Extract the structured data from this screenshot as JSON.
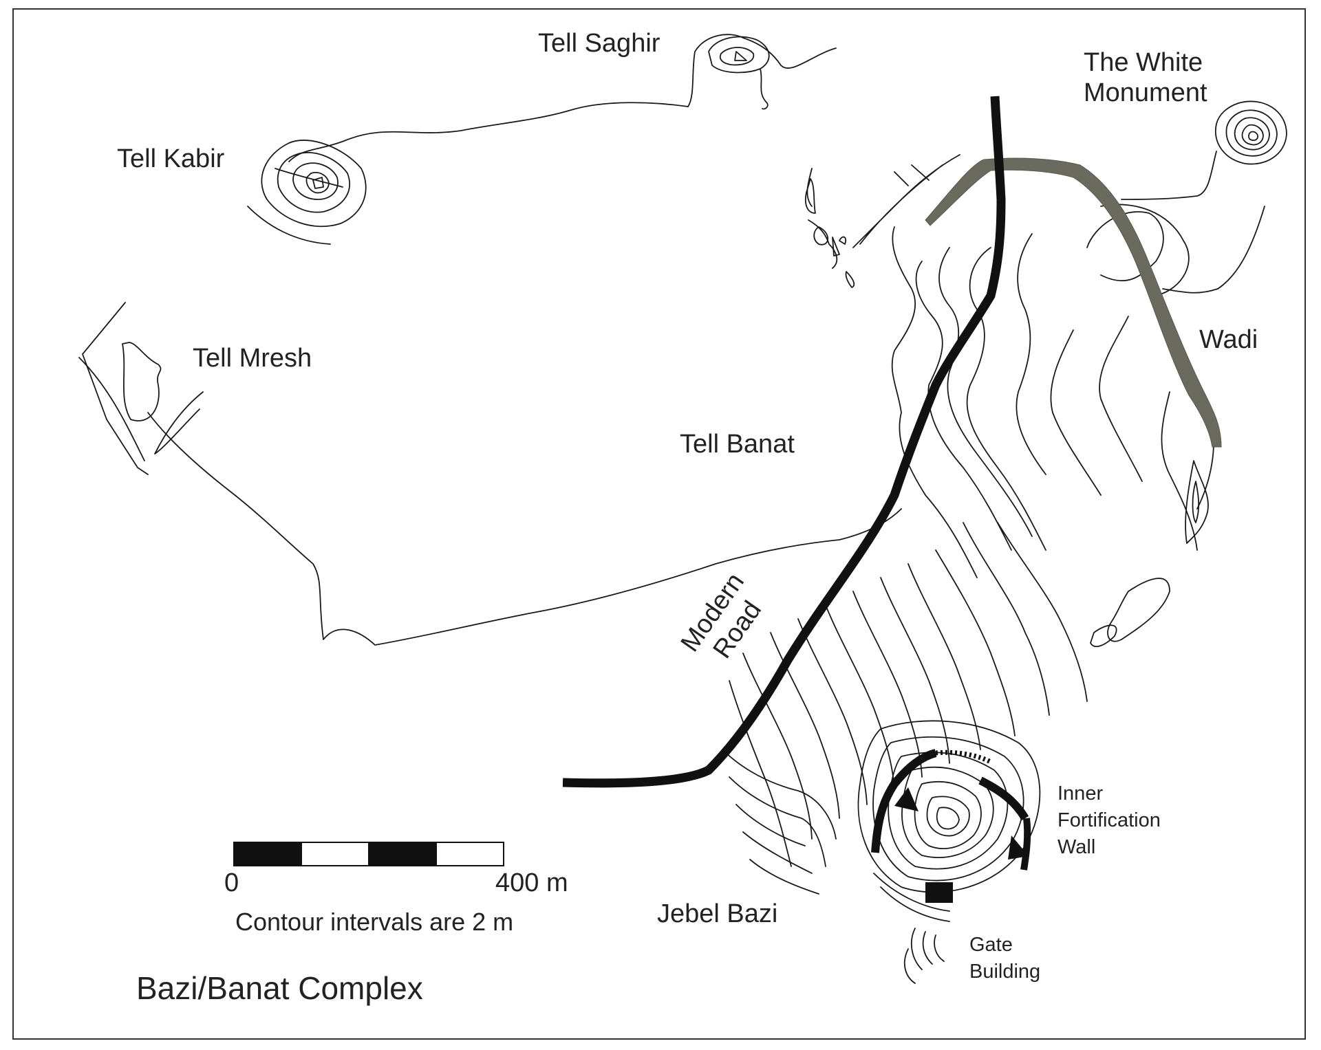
{
  "title": "Bazi/Banat Complex",
  "sites": {
    "tell_saghir": "Tell Saghir",
    "white_monument_line1": "The White",
    "white_monument_line2": "Monument",
    "tell_kabir": "Tell Kabir",
    "tell_mresh": "Tell Mresh",
    "wadi": "Wadi",
    "tell_banat": "Tell Banat",
    "modern_road_line1": "Modern",
    "modern_road_line2": "Road",
    "jebel_bazi": "Jebel Bazi",
    "inner_wall_line1": "Inner",
    "inner_wall_line2": "Fortification",
    "inner_wall_line3": "Wall",
    "gate_line1": "Gate",
    "gate_line2": "Building"
  },
  "scale_bar": {
    "start_label": "0",
    "end_label": "400 m",
    "segments": 4,
    "note": "Contour intervals are 2 m"
  },
  "colors": {
    "contour": "#1a1a1a",
    "road": "#111111",
    "wadi": "#6b6a5e",
    "fortification": "#111111"
  }
}
